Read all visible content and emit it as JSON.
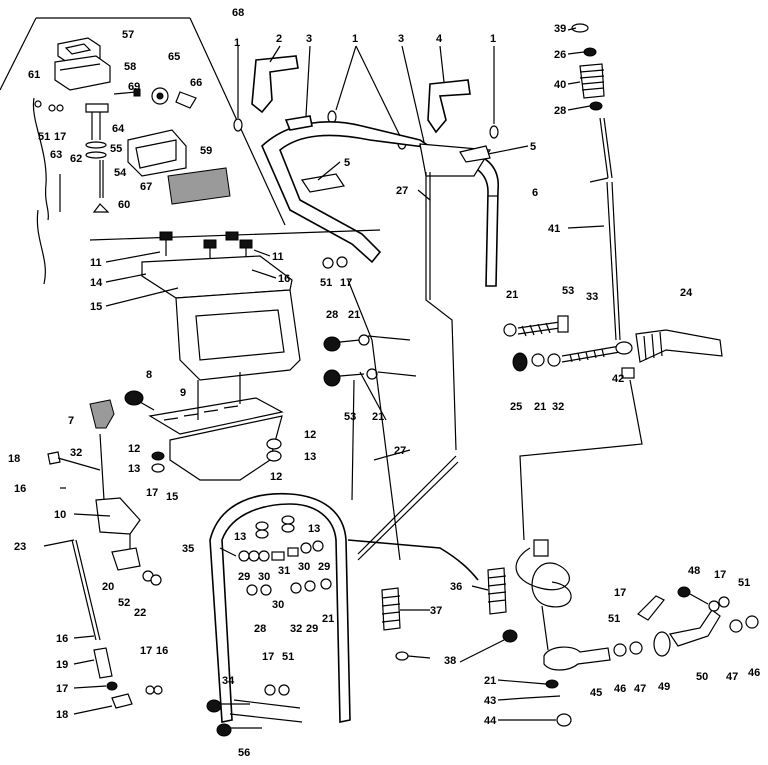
{
  "diagram": {
    "callouts": [
      {
        "id": "c68",
        "text": "68"
      },
      {
        "id": "c57",
        "text": "57"
      },
      {
        "id": "c58",
        "text": "58"
      },
      {
        "id": "c65",
        "text": "65"
      },
      {
        "id": "c66",
        "text": "66"
      },
      {
        "id": "c69",
        "text": "69"
      },
      {
        "id": "c61",
        "text": "61"
      },
      {
        "id": "c51a",
        "text": "51"
      },
      {
        "id": "c17a",
        "text": "17"
      },
      {
        "id": "c64",
        "text": "64"
      },
      {
        "id": "c62",
        "text": "62"
      },
      {
        "id": "c55",
        "text": "55"
      },
      {
        "id": "c63",
        "text": "63"
      },
      {
        "id": "c59",
        "text": "59"
      },
      {
        "id": "c54",
        "text": "54"
      },
      {
        "id": "c67",
        "text": "67"
      },
      {
        "id": "c60",
        "text": "60"
      },
      {
        "id": "c1a",
        "text": "1"
      },
      {
        "id": "c2",
        "text": "2"
      },
      {
        "id": "c3a",
        "text": "3"
      },
      {
        "id": "c1b",
        "text": "1"
      },
      {
        "id": "c3b",
        "text": "3"
      },
      {
        "id": "c4",
        "text": "4"
      },
      {
        "id": "c1c",
        "text": "1"
      },
      {
        "id": "c5a",
        "text": "5"
      },
      {
        "id": "c5b",
        "text": "5"
      },
      {
        "id": "c27a",
        "text": "27"
      },
      {
        "id": "c6",
        "text": "6"
      },
      {
        "id": "c39",
        "text": "39"
      },
      {
        "id": "c26",
        "text": "26"
      },
      {
        "id": "c40",
        "text": "40"
      },
      {
        "id": "c28a",
        "text": "28"
      },
      {
        "id": "c41",
        "text": "41"
      },
      {
        "id": "c11a",
        "text": "11"
      },
      {
        "id": "c14",
        "text": "14"
      },
      {
        "id": "c15",
        "text": "15"
      },
      {
        "id": "c11b",
        "text": "11"
      },
      {
        "id": "c16a",
        "text": "16"
      },
      {
        "id": "c51b",
        "text": "51"
      },
      {
        "id": "c17b",
        "text": "17"
      },
      {
        "id": "c28b",
        "text": "28"
      },
      {
        "id": "c21a",
        "text": "21"
      },
      {
        "id": "c53a",
        "text": "53"
      },
      {
        "id": "c21b",
        "text": "21"
      },
      {
        "id": "c53b",
        "text": "53"
      },
      {
        "id": "c21c",
        "text": "21"
      },
      {
        "id": "c33",
        "text": "33"
      },
      {
        "id": "c24",
        "text": "24"
      },
      {
        "id": "c25",
        "text": "25"
      },
      {
        "id": "c21d",
        "text": "21"
      },
      {
        "id": "c32a",
        "text": "32"
      },
      {
        "id": "c42",
        "text": "42"
      },
      {
        "id": "c8",
        "text": "8"
      },
      {
        "id": "c9",
        "text": "9"
      },
      {
        "id": "c7",
        "text": "7"
      },
      {
        "id": "c32b",
        "text": "32"
      },
      {
        "id": "c12a",
        "text": "12"
      },
      {
        "id": "c13a",
        "text": "13"
      },
      {
        "id": "c12b",
        "text": "12"
      },
      {
        "id": "c13b",
        "text": "13"
      },
      {
        "id": "c27b",
        "text": "27"
      },
      {
        "id": "c18a",
        "text": "18"
      },
      {
        "id": "c16b",
        "text": "16"
      },
      {
        "id": "c17c",
        "text": "17"
      },
      {
        "id": "c15b",
        "text": "15"
      },
      {
        "id": "c10",
        "text": "10"
      },
      {
        "id": "c23",
        "text": "23"
      },
      {
        "id": "c12c",
        "text": "12"
      },
      {
        "id": "c35",
        "text": "35"
      },
      {
        "id": "c13c",
        "text": "13"
      },
      {
        "id": "c13d",
        "text": "13"
      },
      {
        "id": "c29a",
        "text": "29"
      },
      {
        "id": "c30a",
        "text": "30"
      },
      {
        "id": "c31",
        "text": "31"
      },
      {
        "id": "c30b",
        "text": "30"
      },
      {
        "id": "c29b",
        "text": "29"
      },
      {
        "id": "c28c",
        "text": "28"
      },
      {
        "id": "c30c",
        "text": "30"
      },
      {
        "id": "c32c",
        "text": "32"
      },
      {
        "id": "c29c",
        "text": "29"
      },
      {
        "id": "c21e",
        "text": "21"
      },
      {
        "id": "c20",
        "text": "20"
      },
      {
        "id": "c52",
        "text": "52"
      },
      {
        "id": "c22",
        "text": "22"
      },
      {
        "id": "c36",
        "text": "36"
      },
      {
        "id": "c37",
        "text": "37"
      },
      {
        "id": "c38",
        "text": "38"
      },
      {
        "id": "c16c",
        "text": "16"
      },
      {
        "id": "c19",
        "text": "19"
      },
      {
        "id": "c17d",
        "text": "17"
      },
      {
        "id": "c16d",
        "text": "16"
      },
      {
        "id": "c17e",
        "text": "17"
      },
      {
        "id": "c18b",
        "text": "18"
      },
      {
        "id": "c34",
        "text": "34"
      },
      {
        "id": "c17f",
        "text": "17"
      },
      {
        "id": "c51c",
        "text": "51"
      },
      {
        "id": "c56",
        "text": "56"
      },
      {
        "id": "c48",
        "text": "48"
      },
      {
        "id": "c17g",
        "text": "17"
      },
      {
        "id": "c51d",
        "text": "51"
      },
      {
        "id": "c17h",
        "text": "17"
      },
      {
        "id": "c51e",
        "text": "51"
      },
      {
        "id": "c21f",
        "text": "21"
      },
      {
        "id": "c45",
        "text": "45"
      },
      {
        "id": "c46a",
        "text": "46"
      },
      {
        "id": "c47a",
        "text": "47"
      },
      {
        "id": "c49",
        "text": "49"
      },
      {
        "id": "c50",
        "text": "50"
      },
      {
        "id": "c47b",
        "text": "47"
      },
      {
        "id": "c46b",
        "text": "46"
      },
      {
        "id": "c43",
        "text": "43"
      },
      {
        "id": "c44",
        "text": "44"
      }
    ]
  }
}
